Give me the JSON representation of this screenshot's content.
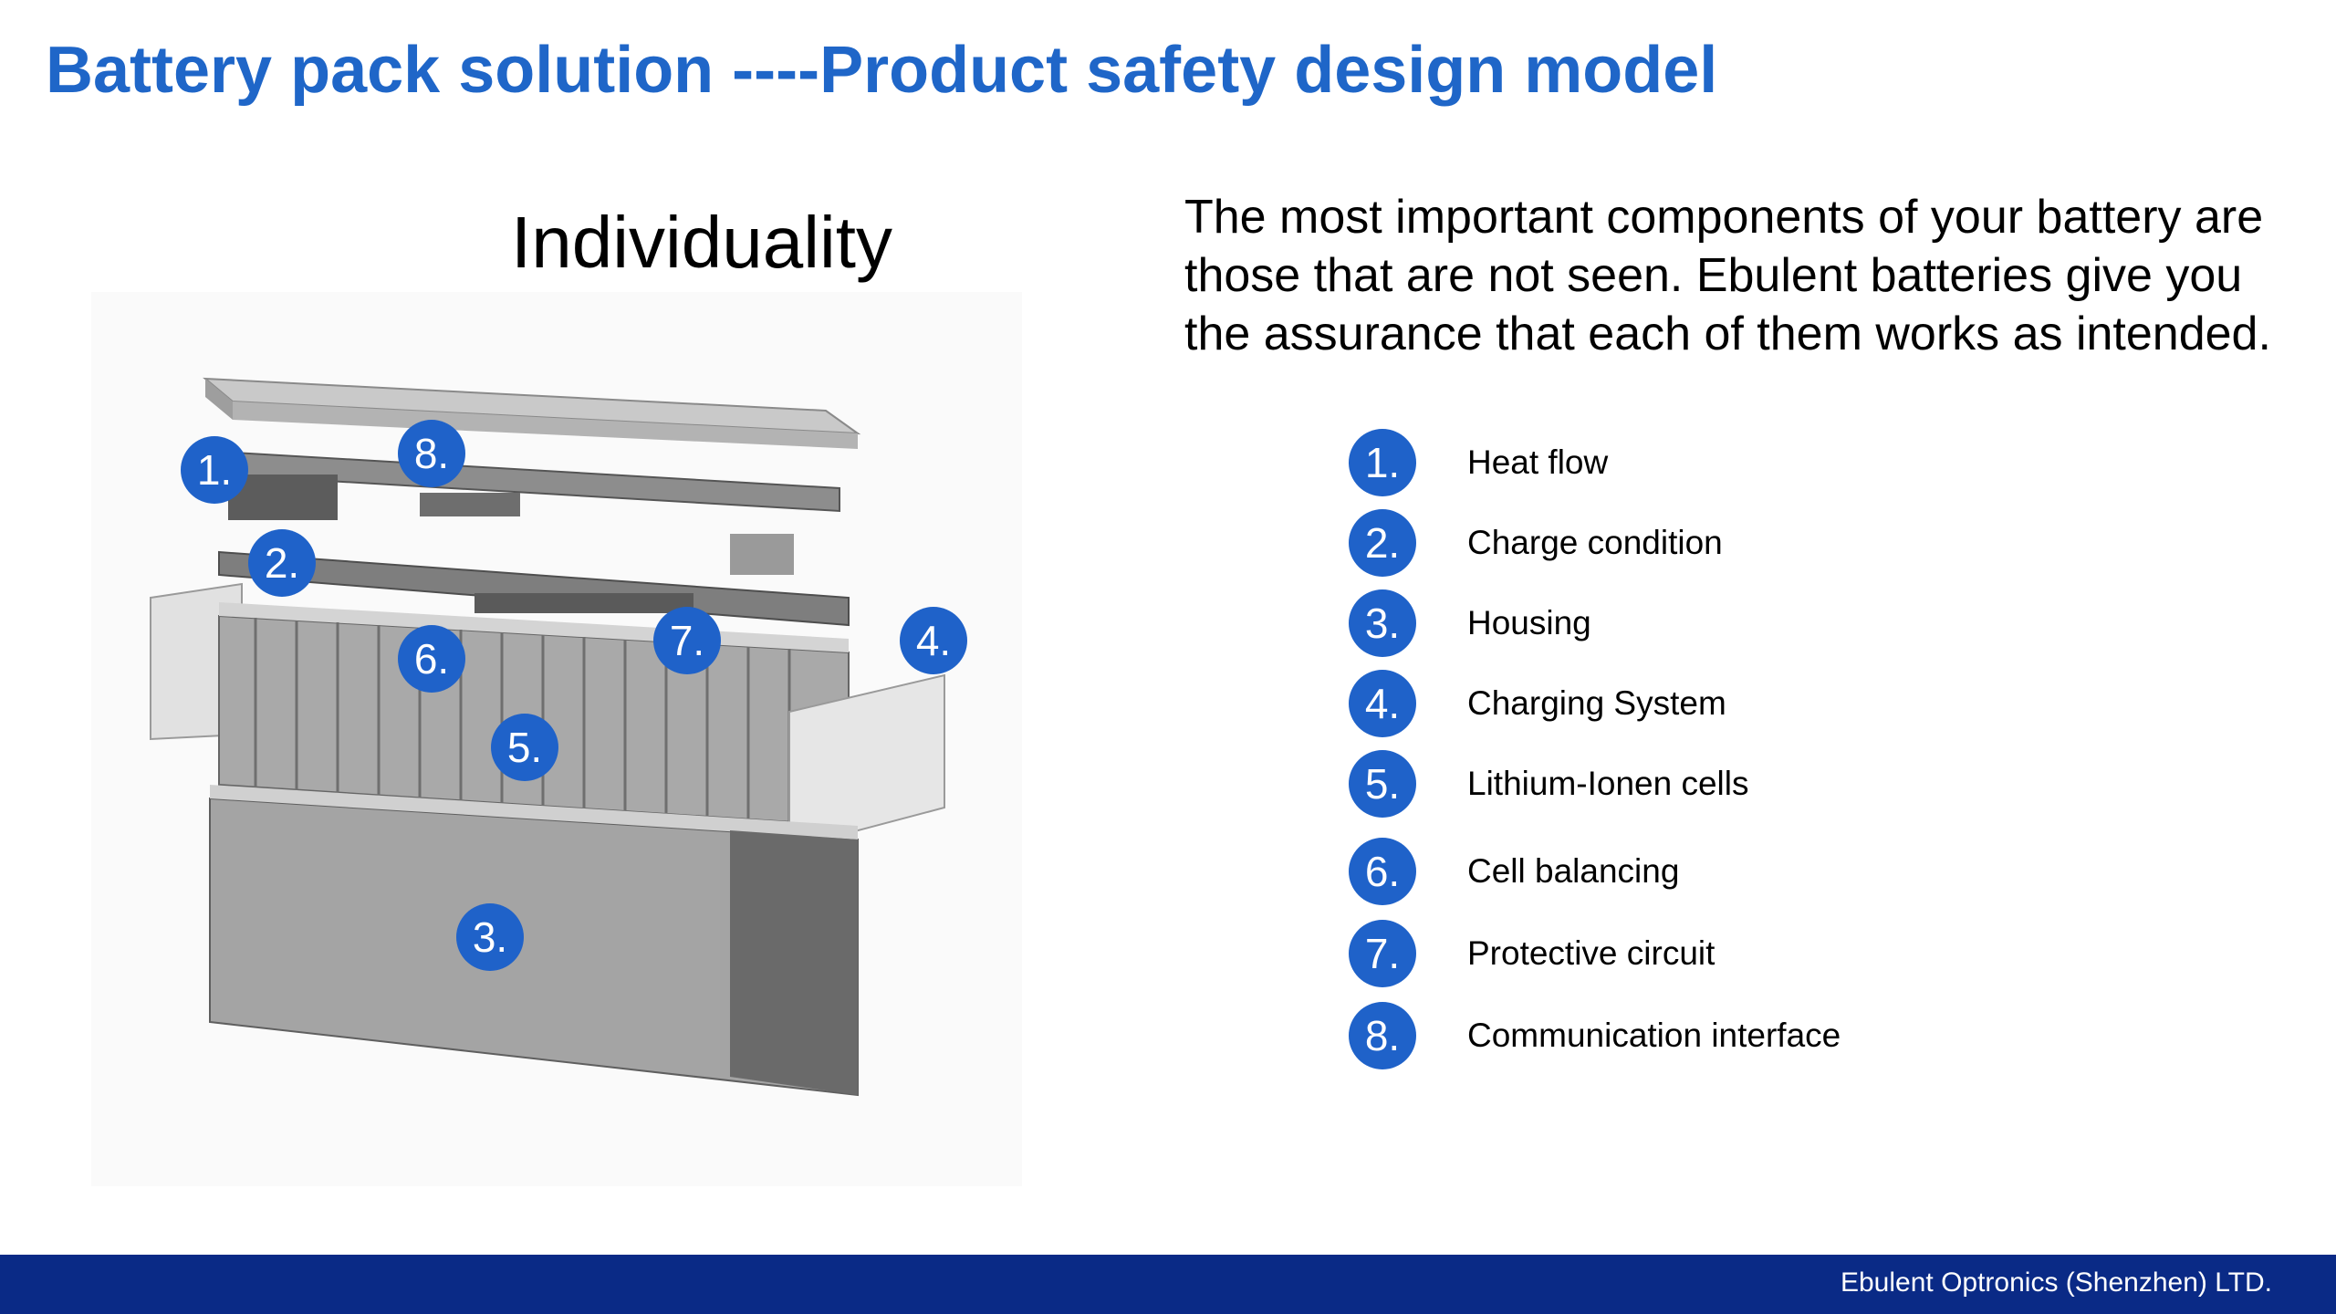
{
  "header": {
    "title": "Battery pack solution ----Product safety design model"
  },
  "figure": {
    "subtitle": "Individuality",
    "callouts": [
      "1.",
      "2.",
      "3.",
      "4.",
      "5.",
      "6.",
      "7.",
      "8."
    ]
  },
  "intro": {
    "text": "The most important components of your battery are those that are not seen. Ebulent batteries give you the assurance that each of them works as intended."
  },
  "legend": {
    "items": [
      {
        "number": "1.",
        "label": "Heat flow"
      },
      {
        "number": "2.",
        "label": "Charge condition"
      },
      {
        "number": "3.",
        "label": "Housing"
      },
      {
        "number": "4.",
        "label": "Charging System"
      },
      {
        "number": "5.",
        "label": "Lithium-Ionen cells"
      },
      {
        "number": "6.",
        "label": "Cell balancing"
      },
      {
        "number": "7.",
        "label": "Protective circuit"
      },
      {
        "number": "8.",
        "label": "Communication interface"
      }
    ]
  },
  "footer": {
    "company": "Ebulent Optronics (Shenzhen) LTD."
  },
  "colors": {
    "accent": "#1f66c8",
    "badge": "#1f62c9",
    "footer": "#0a2a86"
  }
}
